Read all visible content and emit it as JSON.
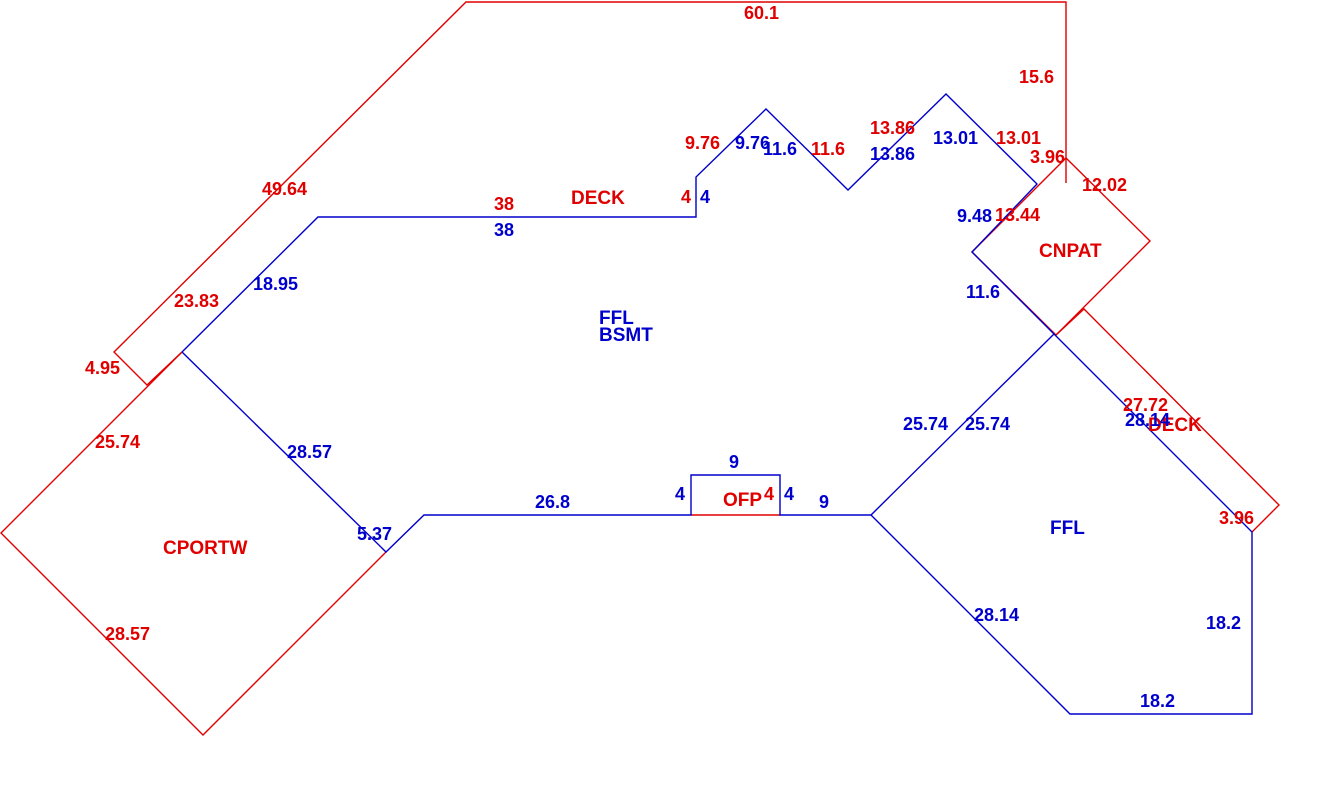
{
  "colors": {
    "outline_red": "#e00000",
    "outline_blue": "#0000cc"
  },
  "areas": {
    "deck_top": "DECK",
    "ffl_bsmt_line1": "FFL",
    "ffl_bsmt_line2": "BSMT",
    "cnpat": "CNPAT",
    "deck_right": "DECK",
    "cportw": "CPORTW",
    "ffl_right": "FFL",
    "ofp": "OFP"
  },
  "dims_red": {
    "top": "60.1",
    "right_vertical": "15.6",
    "diag_upper_left": "49.64",
    "upper_a": "38",
    "small_a": "4",
    "step_a": "9.76",
    "step_b": "11.6",
    "step_c": "13.86",
    "step_d": "13.01",
    "corner_a": "3.96",
    "cnpat_a": "12.02",
    "cnpat_b": "13.44",
    "left_a": "23.83",
    "left_b": "4.95",
    "cportw_a": "25.74",
    "cportw_b": "28.57",
    "deck_right_a": "27.72",
    "deck_right_b": "3.96",
    "ofp_a": "4"
  },
  "dims_blue": {
    "upper_b": "38",
    "small_b": "4",
    "step_a": "9.76",
    "step_b": "11.6",
    "step_c": "13.86",
    "step_d": "13.01",
    "cnpat_left": "9.48",
    "cnpat_lower": "11.6",
    "left_diag": "18.95",
    "left_lower": "28.57",
    "left_small": "5.37",
    "bottom_a": "26.8",
    "ofp_top": "9",
    "ofp_left": "4",
    "ofp_right": "4",
    "bottom_b": "9",
    "mid_a": "25.74",
    "mid_b": "25.74",
    "right_diag": "28.14",
    "lower_diag": "28.14",
    "right_vertical": "18.2",
    "bottom_right": "18.2"
  }
}
